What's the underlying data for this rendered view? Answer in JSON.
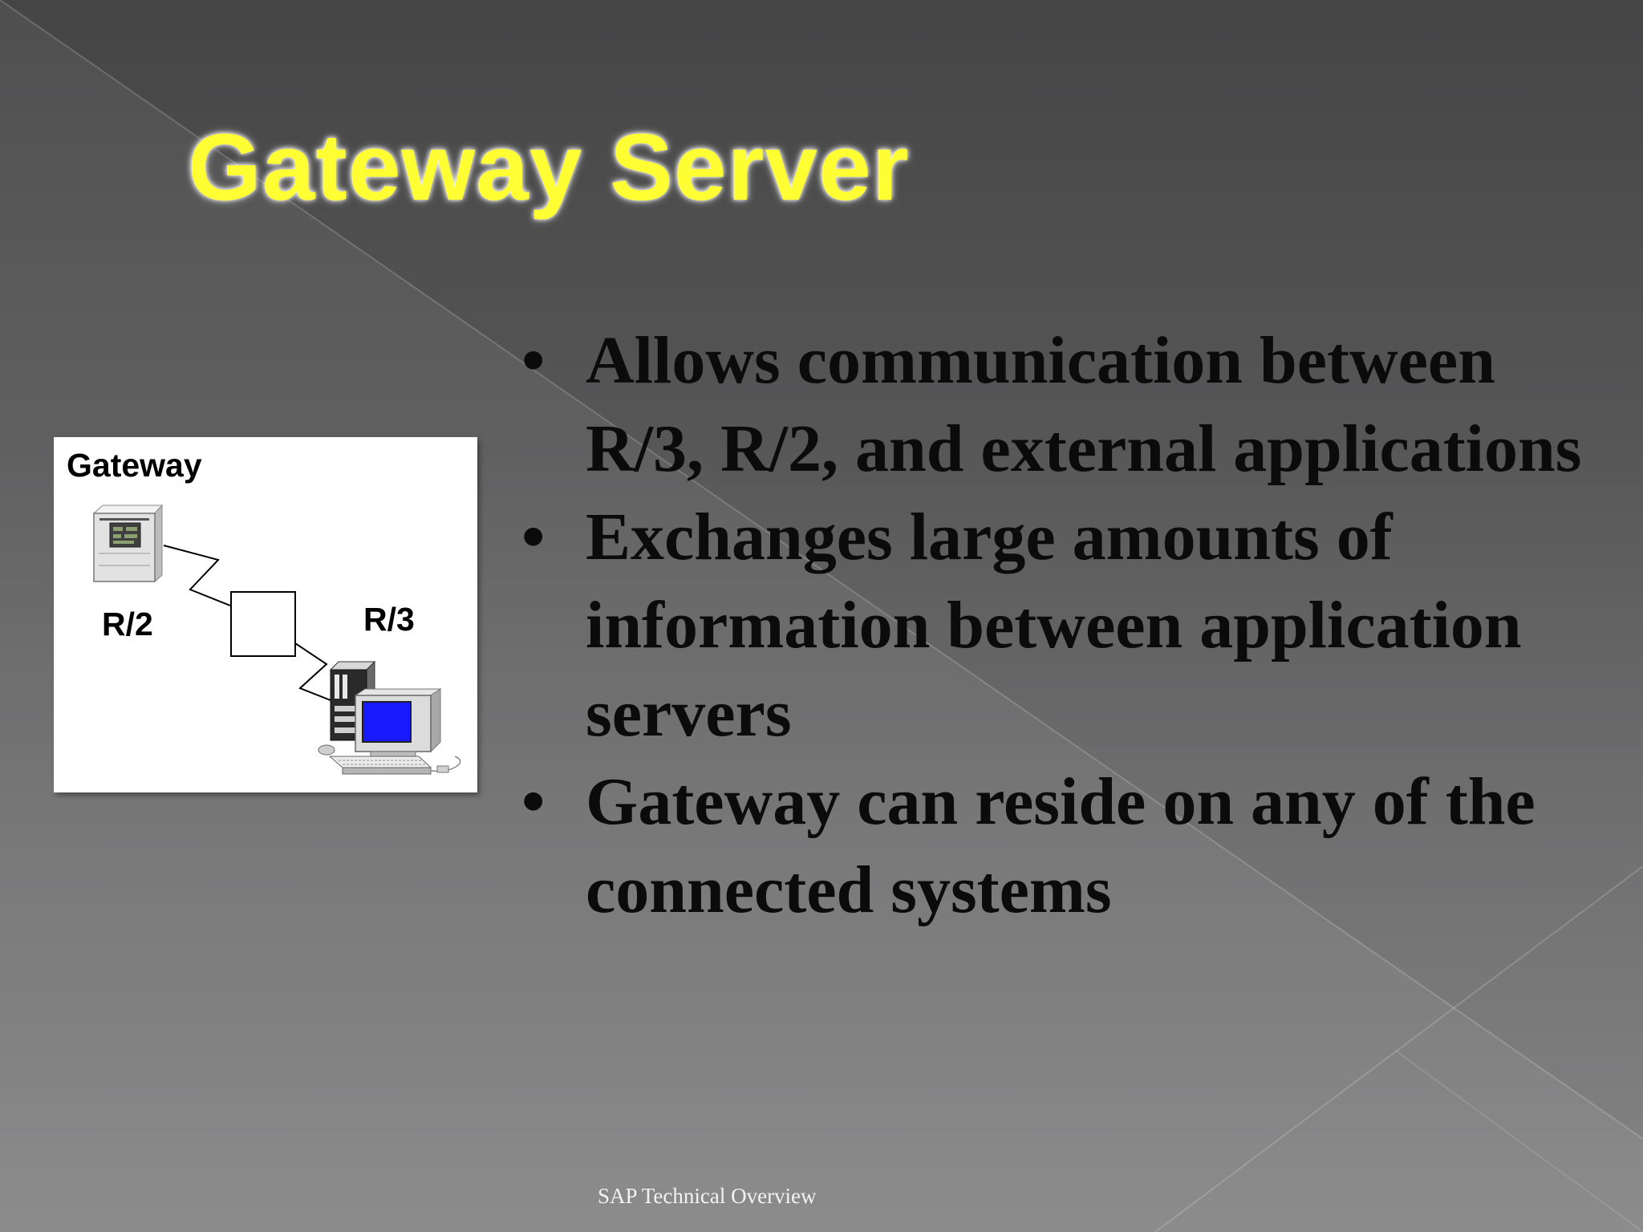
{
  "slide": {
    "title": "Gateway Server",
    "bullets": [
      "Allows communication between R/3, R/2, and external applications",
      "Exchanges large amounts of information between application servers",
      "Gateway can reside on any of the connected systems"
    ],
    "bullet_symbol": "•",
    "footer": "SAP Technical Overview"
  },
  "diagram": {
    "heading": "Gateway",
    "left_system_label": "R/2",
    "right_system_label": "R/3",
    "icons": [
      "mainframe-server-icon",
      "gateway-box-icon",
      "workstation-icon"
    ]
  },
  "colors": {
    "title": "#ffff33",
    "body_text": "#0b0b0b",
    "footer_text": "#f2f2f2",
    "monitor_screen": "#1a1aff"
  }
}
